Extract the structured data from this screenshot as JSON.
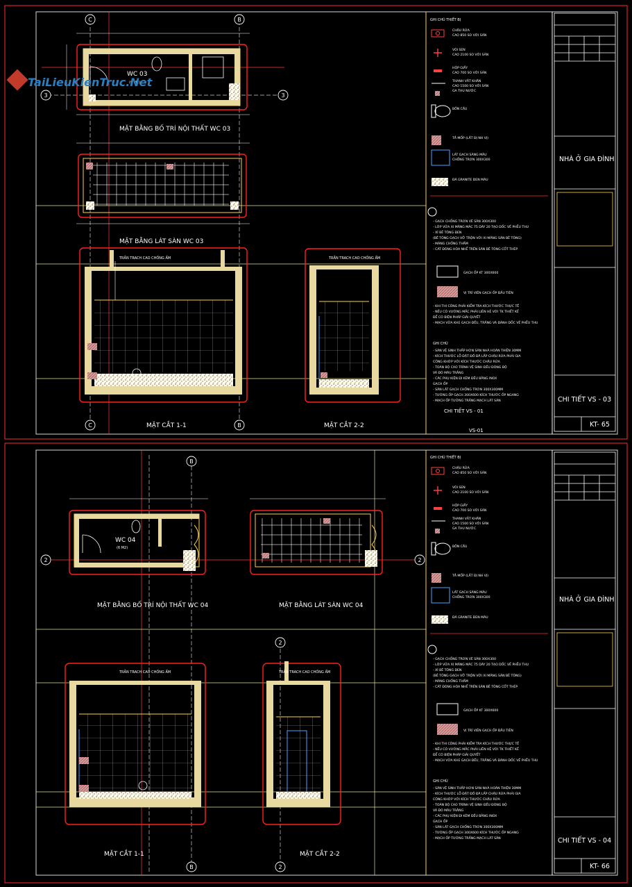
{
  "watermark": "TaiLieuKienTruc.Net",
  "sheets": [
    {
      "plan_title": "MẶT BẰNG BỐ TRÍ NỘI THẤT WC 03",
      "floor_title": "MẶT BẰNG LÁT SÀN WC 03",
      "room_label": "WC 03",
      "room_area": "(6 M2)",
      "section1_title": "MẶT CẮT 1-1",
      "section2_title": "MẶT CẮT 2-2",
      "ceiling_note": "TRẦN TRACH CAO CHỐNG ẨM",
      "grid_left": "C",
      "grid_right": "B",
      "grid_row": "3",
      "detail_code": "VS-01",
      "detail_caption": "CHI TIẾT VS - 01",
      "title_block": {
        "project": "NHÀ Ở GIA ĐÌNH",
        "drawing": "CHI TIẾT VS - 03",
        "sheet_no": "KT- 65"
      }
    },
    {
      "plan_title": "MẶT BẰNG BỐ TRÍ NỘI THẤT WC 04",
      "floor_title": "MẶT BẰNG LÁT SÀN WC 04",
      "room_label": "WC 04",
      "room_area": "(6 M2)",
      "section1_title": "MẶT CẮT 1-1",
      "section2_title": "MẶT CẮT 2-2",
      "ceiling_note": "TRẦN TRACH CAO CHỐNG ẨM",
      "grid_left": "2",
      "grid_right": "B",
      "grid_row": "2",
      "detail_code": "",
      "detail_caption": "",
      "title_block": {
        "project": "NHÀ Ở GIA ĐÌNH",
        "drawing": "CHI TIẾT VS - 04",
        "sheet_no": "KT- 66"
      }
    }
  ],
  "legend": {
    "title": "GHI CHÚ THIẾT BỊ",
    "items": [
      {
        "label": "CHẬU RỬA",
        "sub": "CAO 850 SO VỚI SÀN",
        "icon": "basin-icon"
      },
      {
        "label": "VÒI SEN",
        "sub": "CAO 2100 SO VỚI SÀN",
        "icon": "shower-icon"
      },
      {
        "label": "HỘP GIẤY",
        "sub": "CAO 700 SO VỚI SÀN",
        "icon": "paper-holder-icon"
      },
      {
        "label": "THANH VẮT KHĂN",
        "sub": "CAO 1500 SO VỚI SÀN",
        "icon": "towel-rail-icon"
      },
      {
        "label": "GA THU NƯỚC",
        "sub": "",
        "icon": "floor-drain-icon"
      },
      {
        "label": "BỒN CẦU",
        "sub": "",
        "icon": "toilet-icon"
      },
      {
        "label": "TẮ MỐP (LẮT ĐỊ NH VỊ)",
        "sub": "",
        "icon": "hatch-icon"
      },
      {
        "label": "LÁT GẠCH SÀNG MÀU",
        "sub": "CHỐNG TRƠN 300X300",
        "icon": "tile-icon"
      },
      {
        "label": "ĐÁ GRANITE ĐEN MÀU",
        "sub": "",
        "icon": "granite-icon"
      }
    ],
    "layers": [
      "- GẠCH CHỐNG TRƠN VẼ SÀN 300X300",
      "- LỚP VỮA XI MĂNG MÁC 75 DÀY 20 TẠO DỐC VỀ PHỄU THU",
      "- XỈ BÊ TÔNG ĐEN",
      "  (BÊ TÔNG GẠCH VỠ TRỘN VỚI XI MĂNG SÀN BÊ TÔNG)",
      "- MÀNG CHỐNG THẤM",
      "- CÁT ĐÓNG HÒA NHỂ TRÊN SÀN BÊ TÔNG CỐT THÉP"
    ],
    "wall_tile": "GẠCH ỐP KT 300X600",
    "wall_tile_pos": "VỊ TRÍ VIÊN GẠCH ỐP ĐẦU TIÊN",
    "notes_a": [
      "- KHI THI CÔNG PHẢI KIỂM TRA KÍCH THƯỚC THỰC TẾ",
      "- NẾU CÓ VƯỚNG MẮC PHẢI LIÊN HỆ VỚI TK THIẾT KẾ",
      "  ĐỂ CÓ BIỆN PHÁP GIẢI QUYẾT",
      "- MẠCH VỮA KHE GẠCH ĐỀU, TRẮNG VÀ ĐÁNH DỐC VỀ PHỄU THU"
    ],
    "notes_title": "GHI CHÚ",
    "notes_b": [
      "- SÀN VỆ SINH THẤP HƠN SÀN NHÀ HOÀN THIỆN 30MM",
      "- KÍCH THƯỚC LỖ ĐẶT ĐỒ ĐÃ LẤP CHẬU RỬA PHẢI GIA",
      "  CÔNG KHỚP VỚI KÍCH THƯỚC CHẬU RỬA",
      "- TOÀN BỘ CAO TRÌNH VỆ SINH ĐỀU ĐÓNG BỘ",
      "  VÀ ĐÓ MÀU TRẮNG",
      "- CÁC PHỤ KIỆN ĐI KÈM ĐỀU BẰNG INOX",
      "  GẠCH ỐP",
      "- SÀN LÁT GẠCH CHỐNG TRƠN 300X300MM",
      "- TƯỜNG ỐP GẠCH 300X600 KÍCH THƯỚC ỐP NGANG",
      "- MẠCH ỐP TƯỜNG TRẮNG MẠCH LÁT SÀN"
    ]
  }
}
